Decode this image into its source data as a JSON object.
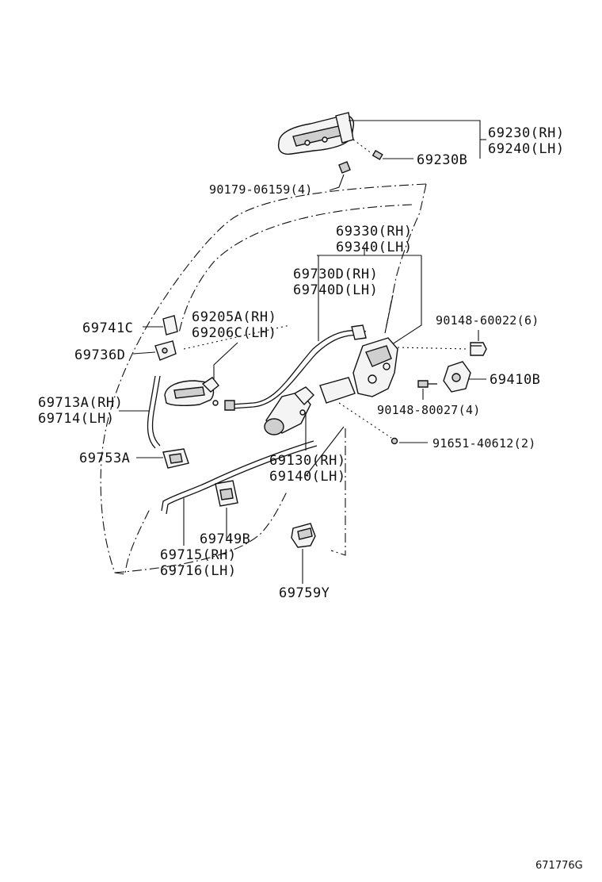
{
  "diagram": {
    "code": "671776G",
    "labels": {
      "p69230_rh": "69230(RH)",
      "p69240_lh": "69240(LH)",
      "p69230b": "69230B",
      "p90179": "90179-06159(4)",
      "p69330_rh": "69330(RH)",
      "p69340_lh": "69340(LH)",
      "p69730d_rh": "69730D(RH)",
      "p69740d_lh": "69740D(LH)",
      "p90148_60022": "90148-60022(6)",
      "p69741c": "69741C",
      "p69205a_rh": "69205A(RH)",
      "p69206c_lh": "69206C(LH)",
      "p69736d": "69736D",
      "p69410b": "69410B",
      "p90148_80027": "90148-80027(4)",
      "p69713a_rh": "69713A(RH)",
      "p69714_lh": "69714(LH)",
      "p91651": "91651-40612(2)",
      "p69753a": "69753A",
      "p69130_rh": "69130(RH)",
      "p69140_lh": "69140(LH)",
      "p69749b": "69749B",
      "p69715_rh": "69715(RH)",
      "p69716_lh": "69716(LH)",
      "p69759y": "69759Y"
    }
  }
}
